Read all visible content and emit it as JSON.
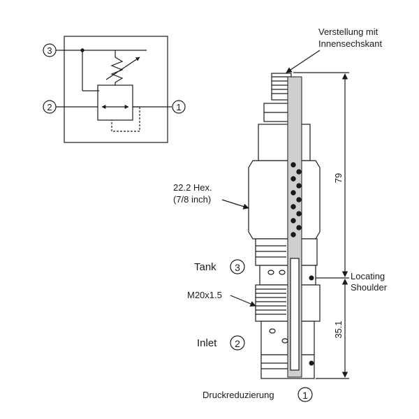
{
  "callouts": {
    "adjust": [
      "Verstellung mit",
      "Innensechskant"
    ],
    "hex": [
      "22.2 Hex.",
      "(7/8 inch)"
    ],
    "thread": "M20x1.5",
    "locating": [
      "Locating",
      "Shoulder"
    ]
  },
  "ports": {
    "tank": {
      "label": "Tank",
      "number": "3"
    },
    "inlet": {
      "label": "Inlet",
      "number": "2"
    },
    "reduced": {
      "label": "Druckreduzierung",
      "number": "1"
    }
  },
  "symbol": {
    "port3": "3",
    "port2": "2",
    "port1": "1"
  },
  "dimensions": {
    "upper": "79",
    "lower": "35.1"
  },
  "colors": {
    "line": "#1a1a1a",
    "section_fill": "#cfcfcf"
  }
}
